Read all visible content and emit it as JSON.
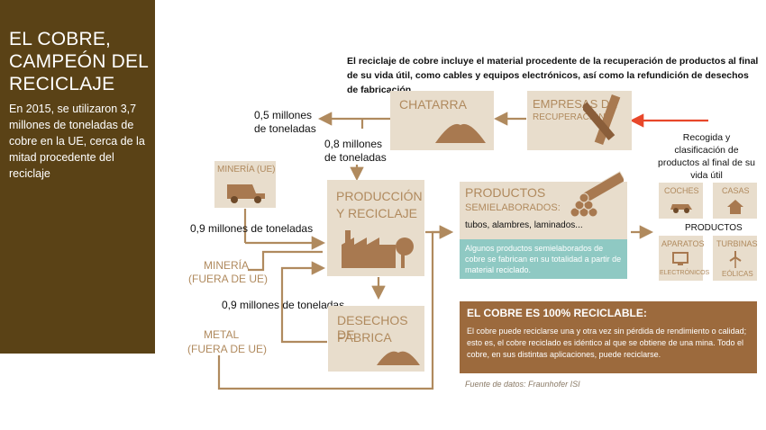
{
  "sidebar": {
    "title": "EL COBRE, CAMPEÓN DEL RECICLAJE",
    "body": "En 2015, se utilizaron 3,7 millones de toneladas de cobre en la UE, cerca de la mitad procedente del reciclaje"
  },
  "header_note": "El reciclaje de cobre incluye el material procedente de la recuperación de productos al final de su vida útil, como cables y equipos electrónicos, así como la refundición de desechos de fabricación.",
  "nodes": {
    "chatarra": "CHATARRA",
    "empresas_l1": "EMPRESAS DE",
    "empresas_l2": "RECUPERACIÓN",
    "mineria_ue": "MINERÍA (UE)",
    "produccion_l1": "PRODUCCIÓN",
    "produccion_l2": "Y RECICLAJE",
    "desechos_l1": "DESECHOS DE",
    "desechos_l2": "FÁBRICA",
    "mineria_fuera_l1": "MINERÍA",
    "mineria_fuera_l2": "(FUERA DE UE)",
    "metal_l1": "METAL",
    "metal_l2": "(FUERA DE UE)",
    "productos_title": "PRODUCTOS",
    "productos_sub": "SEMIELABORADOS:",
    "productos_items": "tubos, alambres, laminados...",
    "productos_note": "Algunos productos semielaborados de cobre se fabrican en su totalidad a partir de material reciclado.",
    "recogida": "Recogida y clasificación de productos al final de su vida útil",
    "productos_label": "PRODUCTOS"
  },
  "flows": {
    "f1_l1": "0,5 millones",
    "f1_l2": "de toneladas",
    "f2_l1": "0,8 millones",
    "f2_l2": "de toneladas",
    "f3": "0,9 millones de toneladas",
    "f4": "0,9 millones de toneladas"
  },
  "products": {
    "coches": "COCHES",
    "casas": "CASAS",
    "aparatos_l1": "APARATOS",
    "aparatos_l2": "ELECTRÓNICOS",
    "turbinas_l1": "TURBINAS",
    "turbinas_l2": "EÓLICAS"
  },
  "recyclable": {
    "title": "EL COBRE ES 100% RECICLABLE:",
    "body": "El cobre puede reciclarse una y otra vez sin pérdida de rendimiento o calidad; esto es, el cobre reciclado es idéntico al que se obtiene de una mina. Todo el cobre, en sus distintas aplicaciones, puede reciclarse."
  },
  "source": "Fuente de datos: Fraunhofer ISI",
  "colors": {
    "sidebar": "#5a4216",
    "box": "#e8ddcc",
    "label": "#b08a5e",
    "arrow": "#b08a5e",
    "red_arrow": "#e8472a",
    "teal": "#8fc9c3",
    "brown_box": "#9c6a3d"
  }
}
